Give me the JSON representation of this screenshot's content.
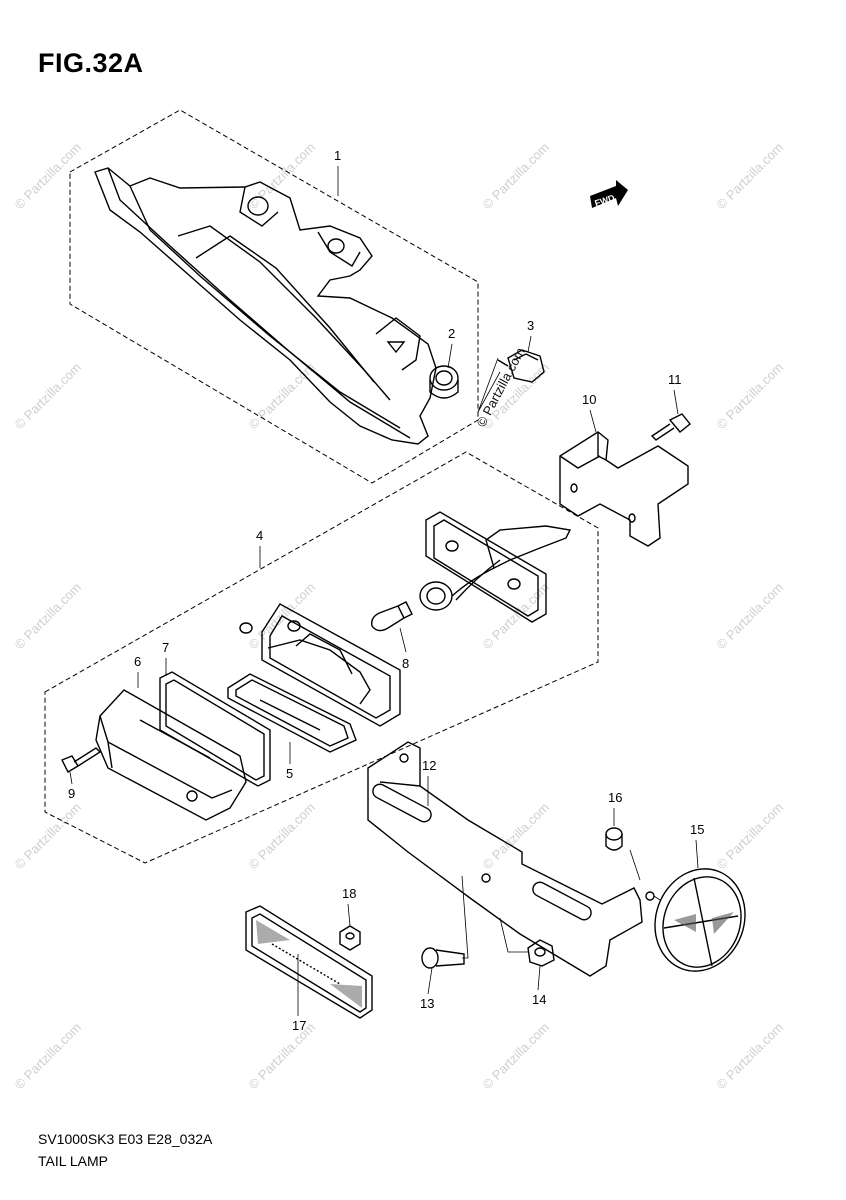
{
  "figure": {
    "title": "FIG.32A",
    "code": "SV1000SK3 E03 E28_032A",
    "caption": "TAIL LAMP",
    "fwd_label": "FWD"
  },
  "watermark": {
    "text": "© Partzilla.com",
    "overlay_text": "© Partzilla.com"
  },
  "parts": [
    {
      "id": "1",
      "label": "1"
    },
    {
      "id": "2",
      "label": "2"
    },
    {
      "id": "3",
      "label": "3"
    },
    {
      "id": "4",
      "label": "4"
    },
    {
      "id": "5",
      "label": "5"
    },
    {
      "id": "6",
      "label": "6"
    },
    {
      "id": "7",
      "label": "7"
    },
    {
      "id": "8",
      "label": "8"
    },
    {
      "id": "9",
      "label": "9"
    },
    {
      "id": "10",
      "label": "10"
    },
    {
      "id": "11",
      "label": "11"
    },
    {
      "id": "12",
      "label": "12"
    },
    {
      "id": "13",
      "label": "13"
    },
    {
      "id": "14",
      "label": "14"
    },
    {
      "id": "15",
      "label": "15"
    },
    {
      "id": "16",
      "label": "16"
    },
    {
      "id": "17",
      "label": "17"
    },
    {
      "id": "18",
      "label": "18"
    }
  ]
}
